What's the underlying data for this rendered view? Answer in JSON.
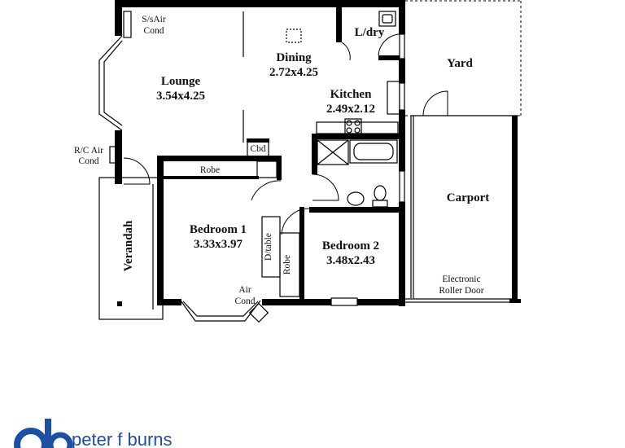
{
  "rooms": {
    "lounge": {
      "name": "Lounge",
      "size": "3.54x4.25"
    },
    "dining": {
      "name": "Dining",
      "size": "2.72x4.25"
    },
    "kitchen": {
      "name": "Kitchen",
      "size": "2.49x2.12"
    },
    "laundry": {
      "name": "L/dry"
    },
    "yard": {
      "name": "Yard"
    },
    "carport": {
      "name": "Carport"
    },
    "bedroom1": {
      "name": "Bedroom 1",
      "size": "3.33x3.97"
    },
    "bedroom2": {
      "name": "Bedroom 2",
      "size": "3.48x2.43"
    },
    "verandah": {
      "name": "Verandah"
    }
  },
  "labels": {
    "ss_air_1": "S/sAir",
    "ss_air_2": "Cond",
    "rc_air_1": "R/C Air",
    "rc_air_2": "Cond",
    "robe_top": "Robe",
    "robe_side": "Robe",
    "dtable": "D/table",
    "cbd": "Cbd",
    "air_cond_1": "Air",
    "air_cond_2": "Cond",
    "roller_1": "Electronic",
    "roller_2": "Roller Door"
  },
  "brand": {
    "logo_letters": "pb",
    "name": "peter f burns",
    "color": "#1d4fa3"
  }
}
